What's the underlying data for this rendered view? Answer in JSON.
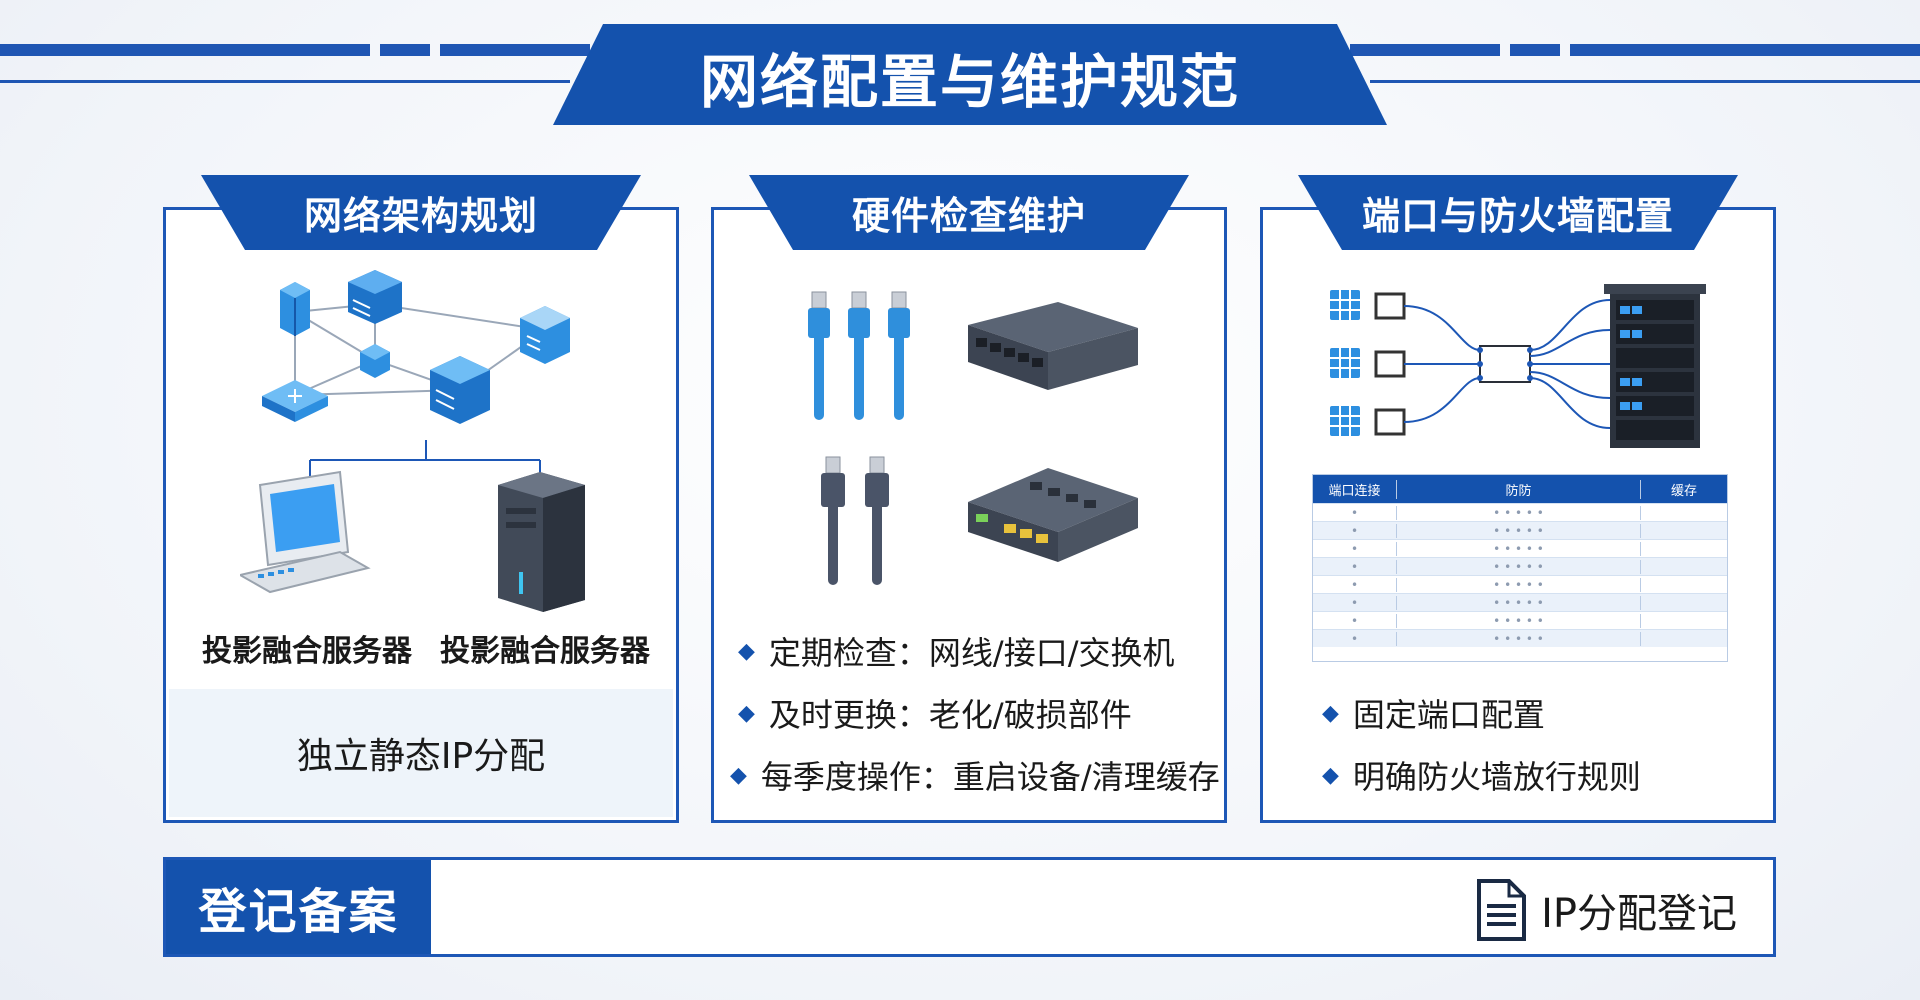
{
  "title": "网络配置与维护规范",
  "panels": {
    "architecture": {
      "heading": "网络架构规划",
      "server_label_left": "投影融合服务器",
      "server_label_right": "投影融合服务器",
      "note": "独立静态IP分配"
    },
    "hardware": {
      "heading": "硬件检查维护",
      "bullets": [
        "定期检查：网线/接口/交换机",
        "及时更换：老化/破损部件",
        "每季度操作：重启设备/清理缓存"
      ]
    },
    "ports": {
      "heading": "端口与防火墙配置",
      "table_headers": [
        "端口连接",
        "防防",
        "缓存"
      ],
      "table_rows": [
        [
          "•",
          "• • • • •",
          ""
        ],
        [
          "•",
          "• • • • •",
          ""
        ],
        [
          "•",
          "• • • • •",
          ""
        ],
        [
          "•",
          "• • • • •",
          ""
        ],
        [
          "•",
          "• • • • •",
          ""
        ],
        [
          "•",
          "• • • • •",
          ""
        ],
        [
          "•",
          "• • • • •",
          ""
        ],
        [
          "•",
          "• • • • •",
          ""
        ]
      ],
      "bullets": [
        "固定端口配置",
        "明确防火墙放行规则"
      ]
    }
  },
  "footer": {
    "label": "登记备案",
    "document_label": "IP分配登记"
  },
  "colors": {
    "brand_blue": "#1452ad",
    "light_blue": "#2d8fe0",
    "panel_border": "#1d57b6"
  }
}
